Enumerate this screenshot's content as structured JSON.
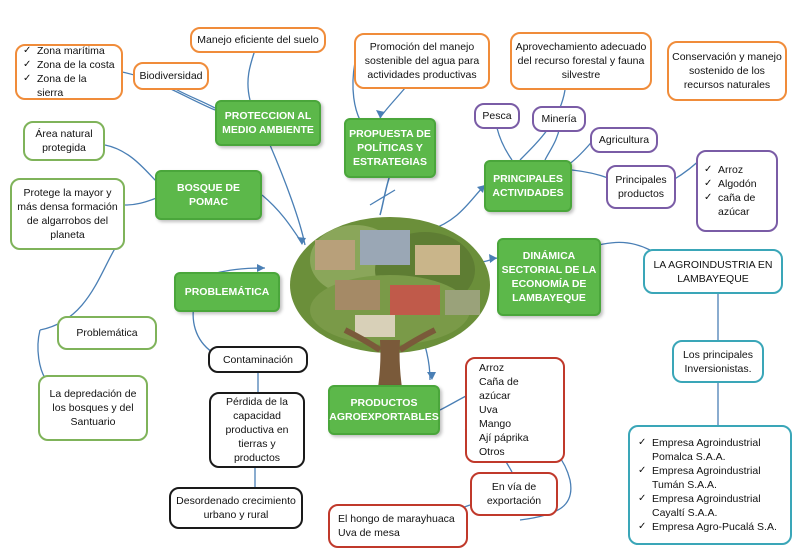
{
  "central": {
    "proteccion": "PROTECCION AL MEDIO AMBIENTE",
    "propuesta": "PROPUESTA DE POLÍTICAS Y ESTRATEGIAS",
    "principales": "PRINCIPALES ACTIVIDADES",
    "bosque": "BOSQUE DE POMAC",
    "problematica": "PROBLEMÁTICA",
    "dinamica": "DINÁMICA SECTORIAL DE LA ECONOMÍA DE LAMBAYEQUE",
    "productos": "PRODUCTOS AGROEXPORTABLES"
  },
  "proteccion_children": {
    "zonas": [
      "Zona marítima",
      "Zona de la costa",
      "Zona de la sierra"
    ],
    "biodiversidad": "Biodiversidad",
    "manejo_suelo": "Manejo eficiente del suelo"
  },
  "propuesta_children": {
    "promocion": "Promoción del manejo sostenible del agua para actividades productivas",
    "aprovechamiento": "Aprovechamiento adecuado del recurso forestal y fauna silvestre",
    "conservacion": "Conservación y manejo sostenido de los recursos naturales"
  },
  "actividades_children": {
    "pesca": "Pesca",
    "mineria": "Minería",
    "agricultura": "Agricultura",
    "principales_productos": "Principales productos",
    "productos_list": [
      "Arroz",
      "Algodón",
      "caña de azúcar"
    ]
  },
  "bosque_children": {
    "area": "Área natural protegida",
    "protege": "Protege la mayor y más densa formación de algarrobos del planeta",
    "problematica_label": "Problemática",
    "depredacion": "La depredación de los bosques y del Santuario"
  },
  "problematica_children": {
    "contaminacion": "Contaminación",
    "perdida": "Pérdida de la capacidad productiva en tierras y productos",
    "desordenado": "Desordenado crecimiento urbano y rural"
  },
  "dinamica_children": {
    "agroindustria": "LA AGROINDUSTRIA EN LAMBAYEQUE",
    "inversionistas": "Los principales Inversionistas.",
    "empresas": [
      "Empresa Agroindustrial Pomalca S.A.A.",
      "Empresa Agroindustrial Tumán S.A.A.",
      "Empresa Agroindustrial Cayaltí S.A.A.",
      "Empresa Agro-Pucalá S.A."
    ]
  },
  "productos_children": {
    "lista": [
      "Arroz",
      "Caña de azúcar",
      "Uva",
      "Mango",
      "Ají páprika",
      "Otros"
    ],
    "en_via": "En vía de exportación",
    "hongo": [
      "El hongo de marayhuaca",
      "Uva de mesa"
    ]
  },
  "colors": {
    "green": "#5cb84a",
    "orange": "#f08c3a",
    "light_green": "#7fb35a",
    "red": "#c0392b",
    "purple": "#7a5ca6",
    "teal": "#3aa6b8",
    "line": "#4a7fb5"
  }
}
